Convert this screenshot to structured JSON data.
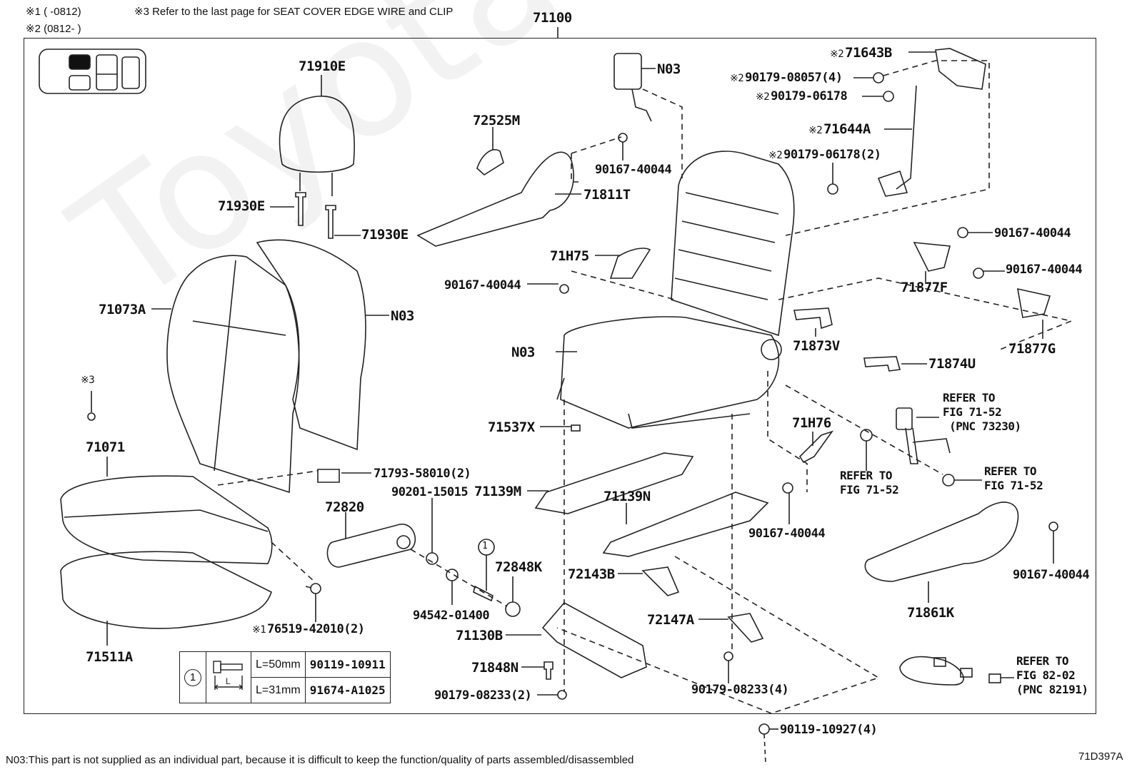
{
  "header": {
    "note1": "※1 (     -0812)",
    "note3": "※3 Refer to the last page for SEAT COVER EDGE WIRE and CLIP",
    "note2": "※2 (0812-      )",
    "assembly_number": "71100"
  },
  "watermark": "ToyotaCatalog.ru",
  "labels": {
    "l71910E": "71910E",
    "l71930E_a": "71930E",
    "l71930E_b": "71930E",
    "l71073A": "71073A",
    "lN03_back": "N03",
    "lNote3": "※3",
    "l71071": "71071",
    "l71511A": "71511A",
    "l76519": "76519-42010(2)",
    "l76519_mark": "※1",
    "l71793": "71793-58010(2)",
    "l72820": "72820",
    "l90201": "90201-15015",
    "l94542": "94542-01400",
    "l72848K": "72848K",
    "l72525M": "72525M",
    "l90167_a": "90167-40044",
    "l71811T": "71811T",
    "lN03_top": "N03",
    "l71H75": "71H75",
    "l90167_b": "90167-40044",
    "lN03_frame": "N03",
    "l71537X": "71537X",
    "l71139M": "71139M",
    "l71139N": "71139N",
    "l72143B": "72143B",
    "l72147A": "72147A",
    "l71130B": "71130B",
    "l71848N": "71848N",
    "l90179_08233_2": "90179-08233(2)",
    "l90179_08233_4": "90179-08233(4)",
    "l90119_10927": "90119-10927(4)",
    "l71643B": "71643B",
    "l71643B_mark": "※2",
    "l90179_08057": "90179-08057(4)",
    "l90179_08057_mark": "※2",
    "l90179_06178": "90179-06178",
    "l90179_06178_mark": "※2",
    "l71644A": "71644A",
    "l71644A_mark": "※2",
    "l90179_06178_2": "90179-06178(2)",
    "l90179_06178_2_mark": "※2",
    "l90167_c": "90167-40044",
    "l71877F": "71877F",
    "l90167_d": "90167-40044",
    "l71877G": "71877G",
    "l71873V": "71873V",
    "l71874U": "71874U",
    "l71H76": "71H76",
    "l90167_e": "90167-40044",
    "l90167_f": "90167-40044",
    "l71861K": "71861K",
    "refer_buckle": "REFER TO\nFIG 71-52\n (PNC 73230)",
    "refer_washer": "REFER TO\nFIG 71-52",
    "refer_nut": "REFER TO\nFIG 71-52",
    "refer_harness": "REFER TO\nFIG 82-02\n(PNC 82191)",
    "callout_1": "1"
  },
  "bolt_table": {
    "callout": "1",
    "rows": [
      {
        "length": "L=50mm",
        "part": "90119-10911"
      },
      {
        "length": "L=31mm",
        "part": "91674-A1025"
      }
    ],
    "dim_label": "L"
  },
  "footer": {
    "note": "N03:This part is not supplied as an individual part, because it is difficult to keep the function/quality of parts assembled/disassembled",
    "figure_code": "71D397A"
  }
}
